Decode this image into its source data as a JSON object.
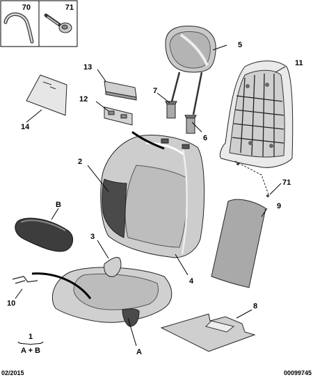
{
  "parts_box": [
    {
      "label": "70",
      "icon": "wire-clip-icon"
    },
    {
      "label": "71",
      "icon": "screw-icon"
    }
  ],
  "callouts": {
    "c1": "1",
    "c2": "2",
    "c3": "3",
    "c4": "4",
    "c5": "5",
    "c6": "6",
    "c7": "7",
    "c8": "8",
    "c9": "9",
    "c10": "10",
    "c11": "11",
    "c12": "12",
    "c13": "13",
    "c14": "14",
    "c71": "71",
    "cA": "A",
    "cB": "B"
  },
  "legend": {
    "top": "1",
    "bottom": "A + B"
  },
  "footer": {
    "date": "02/2015",
    "ref": "00099745"
  },
  "colors": {
    "seat_fill": "#cfcfcf",
    "seat_dark": "#4a4a4a",
    "panel_fill": "#a9a9a9",
    "outline": "#222222"
  }
}
